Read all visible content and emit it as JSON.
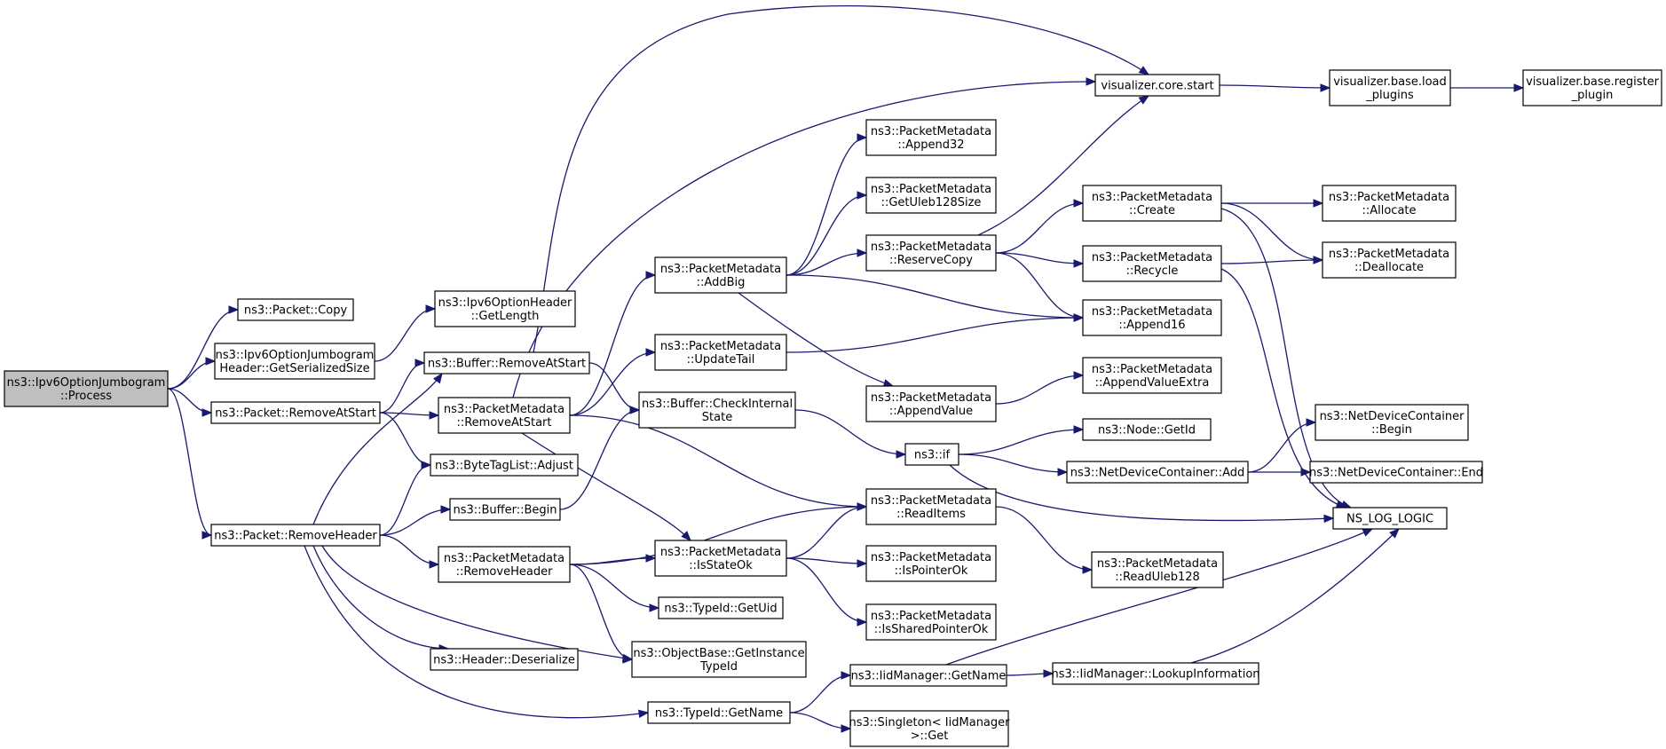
{
  "colors": {
    "edge": "#191970",
    "node_fill": "#ffffff",
    "root_fill": "#bfbfbf",
    "border": "#000000"
  },
  "nodes": [
    {
      "id": "process",
      "label": [
        "ns3::Ipv6OptionJumbogram",
        "::Process"
      ],
      "root": true
    },
    {
      "id": "copy",
      "label": [
        "ns3::Packet::Copy"
      ]
    },
    {
      "id": "getser",
      "label": [
        "ns3::Ipv6OptionJumbogram",
        "Header::GetSerializedSize"
      ]
    },
    {
      "id": "pras",
      "label": [
        "ns3::Packet::RemoveAtStart"
      ]
    },
    {
      "id": "prh",
      "label": [
        "ns3::Packet::RemoveHeader"
      ]
    },
    {
      "id": "getlen",
      "label": [
        "ns3::Ipv6OptionHeader",
        "::GetLength"
      ]
    },
    {
      "id": "bras",
      "label": [
        "ns3::Buffer::RemoveAtStart"
      ]
    },
    {
      "id": "pmras",
      "label": [
        "ns3::PacketMetadata",
        "::RemoveAtStart"
      ]
    },
    {
      "id": "adjust",
      "label": [
        "ns3::ByteTagList::Adjust"
      ]
    },
    {
      "id": "bbegin",
      "label": [
        "ns3::Buffer::Begin"
      ]
    },
    {
      "id": "pmrh",
      "label": [
        "ns3::PacketMetadata",
        "::RemoveHeader"
      ]
    },
    {
      "id": "deser",
      "label": [
        "ns3::Header::Deserialize"
      ]
    },
    {
      "id": "addbig",
      "label": [
        "ns3::PacketMetadata",
        "::AddBig"
      ]
    },
    {
      "id": "updtail",
      "label": [
        "ns3::PacketMetadata",
        "::UpdateTail"
      ]
    },
    {
      "id": "check",
      "label": [
        "ns3::Buffer::CheckInternal",
        "State"
      ]
    },
    {
      "id": "isok",
      "label": [
        "ns3::PacketMetadata",
        "::IsStateOk"
      ]
    },
    {
      "id": "getuid",
      "label": [
        "ns3::TypeId::GetUid"
      ]
    },
    {
      "id": "objbase",
      "label": [
        "ns3::ObjectBase::GetInstance",
        "TypeId"
      ]
    },
    {
      "id": "tgetname",
      "label": [
        "ns3::TypeId::GetName"
      ]
    },
    {
      "id": "append32",
      "label": [
        "ns3::PacketMetadata",
        "::Append32"
      ]
    },
    {
      "id": "getuleb",
      "label": [
        "ns3::PacketMetadata",
        "::GetUleb128Size"
      ]
    },
    {
      "id": "reserve",
      "label": [
        "ns3::PacketMetadata",
        "::ReserveCopy"
      ]
    },
    {
      "id": "appval",
      "label": [
        "ns3::PacketMetadata",
        "::AppendValue"
      ]
    },
    {
      "id": "nsif",
      "label": [
        "ns3::if"
      ]
    },
    {
      "id": "readitems",
      "label": [
        "ns3::PacketMetadata",
        "::ReadItems"
      ]
    },
    {
      "id": "isptr",
      "label": [
        "ns3::PacketMetadata",
        "::IsPointerOk"
      ]
    },
    {
      "id": "isshared",
      "label": [
        "ns3::PacketMetadata",
        "::IsSharedPointerOk"
      ]
    },
    {
      "id": "iidget",
      "label": [
        "ns3::IidManager::GetName"
      ]
    },
    {
      "id": "singleton",
      "label": [
        "ns3::Singleton< IidManager",
        ">::Get"
      ]
    },
    {
      "id": "vstart",
      "label": [
        "visualizer.core.start"
      ]
    },
    {
      "id": "create",
      "label": [
        "ns3::PacketMetadata",
        "::Create"
      ]
    },
    {
      "id": "recycle",
      "label": [
        "ns3::PacketMetadata",
        "::Recycle"
      ]
    },
    {
      "id": "append16",
      "label": [
        "ns3::PacketMetadata",
        "::Append16"
      ]
    },
    {
      "id": "appvalx",
      "label": [
        "ns3::PacketMetadata",
        "::AppendValueExtra"
      ]
    },
    {
      "id": "nodegetid",
      "label": [
        "ns3::Node::GetId"
      ]
    },
    {
      "id": "ndcadd",
      "label": [
        "ns3::NetDeviceContainer::Add"
      ]
    },
    {
      "id": "readuleb",
      "label": [
        "ns3::PacketMetadata",
        "::ReadUleb128"
      ]
    },
    {
      "id": "lookup",
      "label": [
        "ns3::IidManager::LookupInformation"
      ]
    },
    {
      "id": "vload",
      "label": [
        "visualizer.base.load",
        "_plugins"
      ]
    },
    {
      "id": "allocate",
      "label": [
        "ns3::PacketMetadata",
        "::Allocate"
      ]
    },
    {
      "id": "dealloc",
      "label": [
        "ns3::PacketMetadata",
        "::Deallocate"
      ]
    },
    {
      "id": "ndcbegin",
      "label": [
        "ns3::NetDeviceContainer",
        "::Begin"
      ]
    },
    {
      "id": "ndcend",
      "label": [
        "ns3::NetDeviceContainer::End"
      ]
    },
    {
      "id": "nslog",
      "label": [
        "NS_LOG_LOGIC"
      ]
    },
    {
      "id": "vreg",
      "label": [
        "visualizer.base.register",
        "_plugin"
      ]
    }
  ],
  "edges": [
    [
      "process",
      "copy"
    ],
    [
      "process",
      "getser"
    ],
    [
      "process",
      "pras"
    ],
    [
      "process",
      "prh"
    ],
    [
      "getser",
      "getlen"
    ],
    [
      "pras",
      "bras"
    ],
    [
      "pras",
      "pmras"
    ],
    [
      "pras",
      "adjust"
    ],
    [
      "prh",
      "bras"
    ],
    [
      "prh",
      "adjust"
    ],
    [
      "prh",
      "bbegin"
    ],
    [
      "prh",
      "pmrh"
    ],
    [
      "prh",
      "deser"
    ],
    [
      "prh",
      "objbase"
    ],
    [
      "prh",
      "tgetname"
    ],
    [
      "bras",
      "vstart"
    ],
    [
      "bras",
      "check"
    ],
    [
      "pmras",
      "vstart"
    ],
    [
      "pmras",
      "addbig"
    ],
    [
      "pmras",
      "updtail"
    ],
    [
      "pmras",
      "isok"
    ],
    [
      "pmras",
      "readitems"
    ],
    [
      "bbegin",
      "check"
    ],
    [
      "pmrh",
      "isok"
    ],
    [
      "pmrh",
      "getuid"
    ],
    [
      "pmrh",
      "objbase"
    ],
    [
      "pmrh",
      "readitems"
    ],
    [
      "addbig",
      "append32"
    ],
    [
      "addbig",
      "getuleb"
    ],
    [
      "addbig",
      "reserve"
    ],
    [
      "addbig",
      "append16"
    ],
    [
      "addbig",
      "appval"
    ],
    [
      "updtail",
      "append16"
    ],
    [
      "check",
      "nsif"
    ],
    [
      "isok",
      "readitems"
    ],
    [
      "isok",
      "isptr"
    ],
    [
      "isok",
      "isshared"
    ],
    [
      "tgetname",
      "iidget"
    ],
    [
      "tgetname",
      "singleton"
    ],
    [
      "reserve",
      "vstart"
    ],
    [
      "reserve",
      "create"
    ],
    [
      "reserve",
      "recycle"
    ],
    [
      "reserve",
      "append16"
    ],
    [
      "appval",
      "appvalx"
    ],
    [
      "nsif",
      "nodegetid"
    ],
    [
      "nsif",
      "ndcadd"
    ],
    [
      "nsif",
      "nslog"
    ],
    [
      "readitems",
      "readuleb"
    ],
    [
      "iidget",
      "lookup"
    ],
    [
      "iidget",
      "nslog"
    ],
    [
      "vstart",
      "vload"
    ],
    [
      "create",
      "allocate"
    ],
    [
      "create",
      "dealloc"
    ],
    [
      "create",
      "nslog"
    ],
    [
      "recycle",
      "dealloc"
    ],
    [
      "recycle",
      "nslog"
    ],
    [
      "ndcadd",
      "ndcbegin"
    ],
    [
      "ndcadd",
      "ndcend"
    ],
    [
      "lookup",
      "nslog"
    ],
    [
      "vload",
      "vreg"
    ]
  ]
}
